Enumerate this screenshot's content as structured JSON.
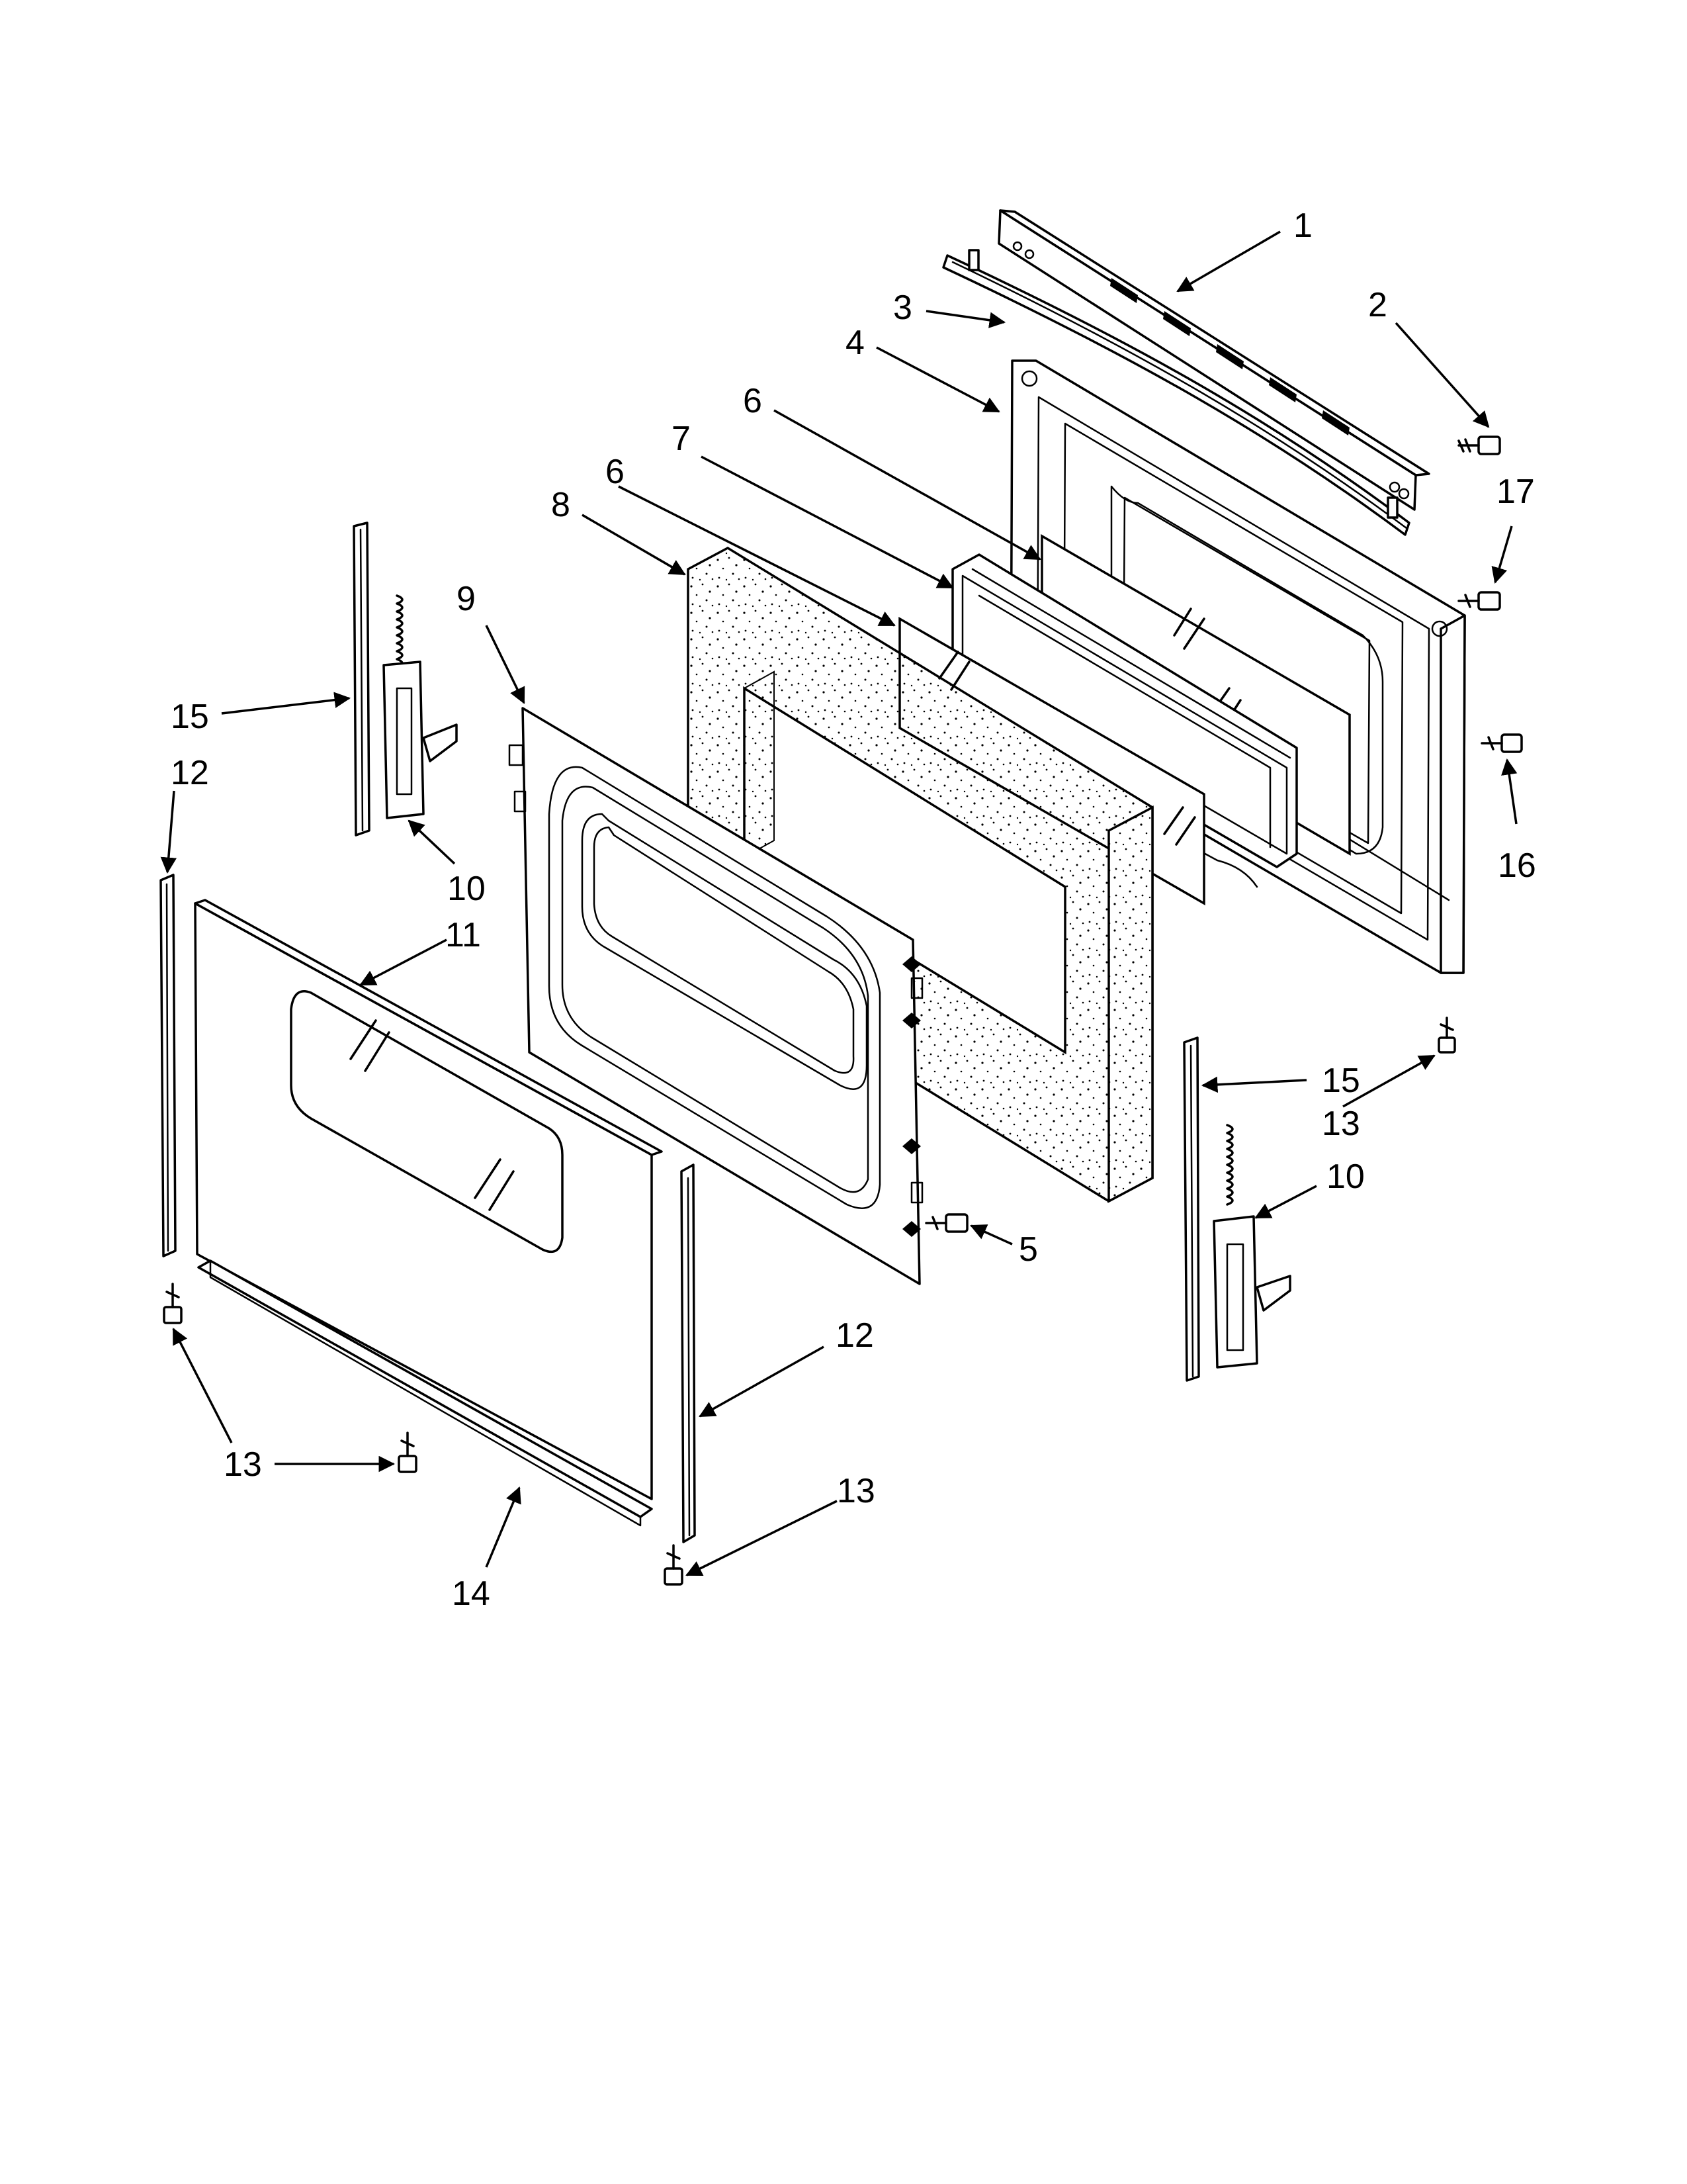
{
  "diagram": {
    "callouts": [
      {
        "id": "c1",
        "text": "1"
      },
      {
        "id": "c2",
        "text": "2"
      },
      {
        "id": "c3",
        "text": "3"
      },
      {
        "id": "c4",
        "text": "4"
      },
      {
        "id": "c6a",
        "text": "6"
      },
      {
        "id": "c7",
        "text": "7"
      },
      {
        "id": "c6b",
        "text": "6"
      },
      {
        "id": "c8",
        "text": "8"
      },
      {
        "id": "c17",
        "text": "17"
      },
      {
        "id": "c9",
        "text": "9"
      },
      {
        "id": "c15a",
        "text": "15"
      },
      {
        "id": "c16",
        "text": "16"
      },
      {
        "id": "c12a",
        "text": "12"
      },
      {
        "id": "c10a",
        "text": "10"
      },
      {
        "id": "c11",
        "text": "11"
      },
      {
        "id": "c15b",
        "text": "15"
      },
      {
        "id": "c13a",
        "text": "13"
      },
      {
        "id": "c10b",
        "text": "10"
      },
      {
        "id": "c5",
        "text": "5"
      },
      {
        "id": "c12b",
        "text": "12"
      },
      {
        "id": "c13b",
        "text": "13"
      },
      {
        "id": "c13c",
        "text": "13"
      },
      {
        "id": "c14",
        "text": "14"
      }
    ]
  }
}
